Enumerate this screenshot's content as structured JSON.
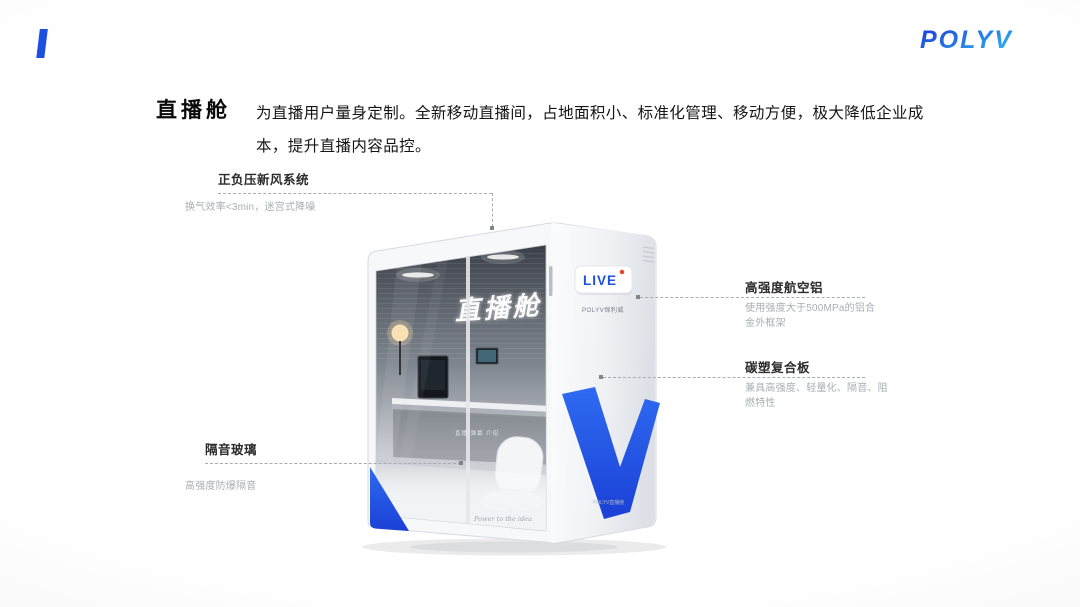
{
  "colors": {
    "accent_blue": "#1d4fe0",
    "logo_blue_dark": "#1c3ad6",
    "logo_blue_light": "#2fa8f0",
    "booth_blue_top": "#2e6bf2",
    "booth_blue_bottom": "#1b40d6",
    "live_red": "#e8402a"
  },
  "header": {
    "logo_text": "POLYV"
  },
  "intro": {
    "title": "直播舱",
    "description": "为直播用户量身定制。全新移动直播间，占地面积小、标准化管理、移动方便，极大降低企业成本，提升直播内容品控。"
  },
  "callouts": {
    "ventilation": {
      "title": "正负压新风系统",
      "desc": "换气效率<3min，迷宫式降噪"
    },
    "aluminum": {
      "title": "高强度航空铝",
      "desc": "使用强度大于500MPa的铝合金外框架"
    },
    "carbon": {
      "title": "碳塑复合板",
      "desc": "兼具高强度、轻量化、隔音、阻燃特性"
    },
    "glass": {
      "title": "隔音玻璃",
      "desc": "高强度防爆隔音"
    }
  },
  "product": {
    "neon_sign": "直播舱",
    "live_badge": "LIVE",
    "brand_under_badge": "POLYV保利威",
    "glass_labels": "直播  弹幕  介绍",
    "slogan": "Power to the idea",
    "model_label": "POLYV直播舱"
  }
}
